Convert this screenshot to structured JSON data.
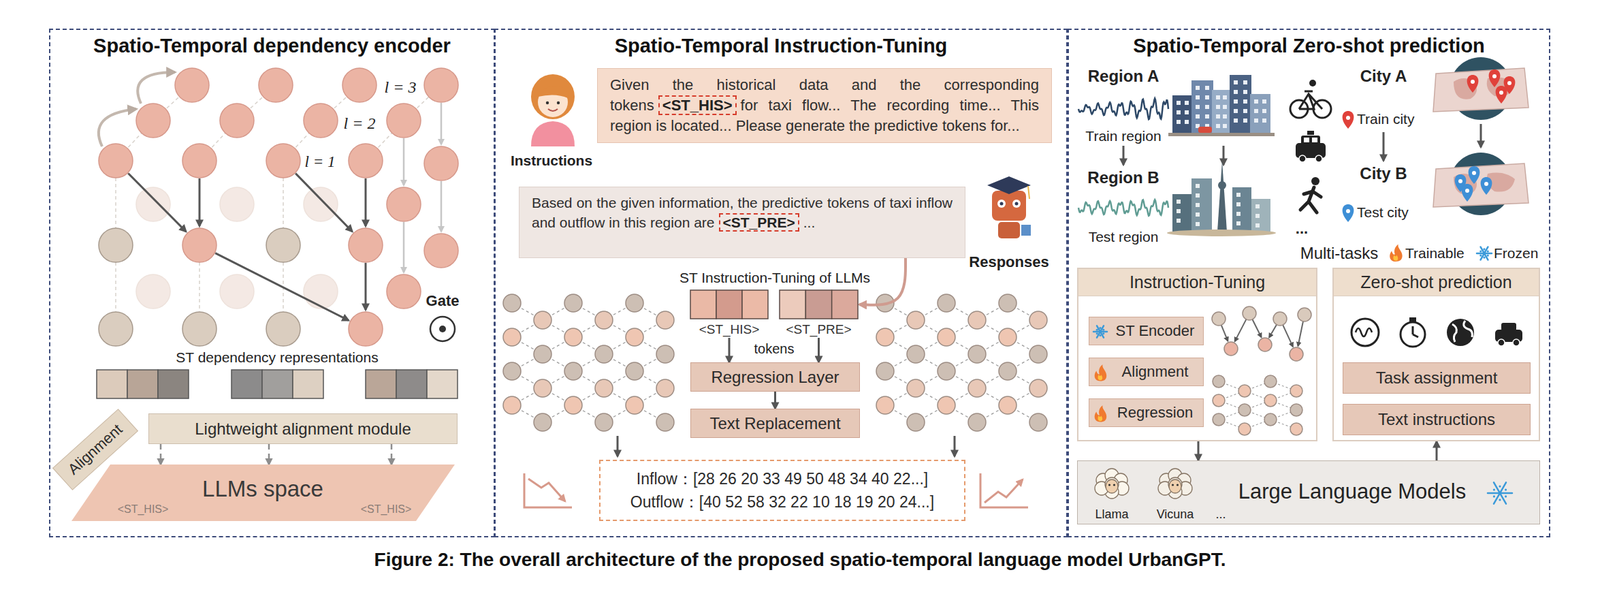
{
  "diagram": {
    "caption": "Figure 2: The overall architecture of the proposed spatio-temporal language model UrbanGPT.",
    "nodes": [
      {
        "text": [
          "Spatio-Temporal dependency encoder"
        ]
      },
      {
        "text": [
          "Lightweight alignment module"
        ],
        "in": 0
      },
      {
        "text": [
          "Alignment"
        ],
        "in": 0
      },
      {
        "text": [
          "LLMs space",
          "<ST_HIS>",
          "<ST_HIS>"
        ],
        "in": 0
      },
      {
        "text": [
          "Spatio-Temporal Instruction-Tuning"
        ]
      },
      {
        "text": [
          "Given the historical data and the corresponding tokens",
          "<ST_HIS>",
          "for taxi flow... The recording time... This region is located... Please generate the predictive tokens for..."
        ],
        "in": 4
      },
      {
        "text": [
          "Based on the given information, the predictive tokens of taxi inflow and outflow in this region are",
          "<ST_PRE>",
          "..."
        ],
        "in": 4
      },
      {
        "text": [
          "<ST_HIS>"
        ],
        "in": 4
      },
      {
        "text": [
          "<ST_PRE>"
        ],
        "in": 4
      },
      {
        "text": [
          "Regression Layer"
        ],
        "in": 4
      },
      {
        "text": [
          "Text Replacement"
        ],
        "in": 4
      },
      {
        "text": [
          "Inflow：[28 26 20 33 49 50 48 34 40 22...]",
          "Outflow：[40 52 58 32 22 10 18 19 20 24...]"
        ],
        "in": 4
      },
      {
        "text": [
          "Spatio-Temporal Zero-shot prediction"
        ]
      },
      {
        "text": [
          "Instruction-Tuning"
        ],
        "in": 12
      },
      {
        "text": [
          "ST Encoder"
        ],
        "in": 13
      },
      {
        "text": [
          "Alignment"
        ],
        "in": 13
      },
      {
        "text": [
          "Regression"
        ],
        "in": 13
      },
      {
        "text": [
          "Zero-shot prediction"
        ],
        "in": 12
      },
      {
        "text": [
          "Task assignment"
        ],
        "in": 17
      },
      {
        "text": [
          "Text instructions"
        ],
        "in": 17
      },
      {
        "text": [
          "Llama",
          "Vicuna",
          "...",
          "Large Language Models"
        ],
        "in": 12
      }
    ],
    "edges": [
      {
        "from": 1,
        "to": 3,
        "arrow": "to"
      },
      {
        "from": 1,
        "to": 3,
        "arrow": "to"
      },
      {
        "from": 1,
        "to": 3,
        "arrow": "to"
      },
      {
        "from": 6,
        "to": 8,
        "arrow": "to"
      },
      {
        "from": 7,
        "to": 9,
        "arrow": "to"
      },
      {
        "from": 8,
        "to": 9,
        "arrow": "to"
      },
      {
        "from": 9,
        "to": 10,
        "arrow": "to"
      },
      {
        "from": 13,
        "to": 20,
        "arrow": "to"
      },
      {
        "from": 20,
        "to": 17,
        "arrow": "to"
      }
    ],
    "labels": [
      "l = 3",
      "l = 2",
      "l = 1",
      "Gate",
      "ST dependency representations",
      "Instructions",
      "Responses",
      "ST Instruction-Tuning of LLMs",
      "tokens",
      "Region A",
      "Train region",
      "Region B",
      "Test region",
      "City A",
      "Train city",
      "City B",
      "Test city",
      "...",
      "Multi-tasks"
    ],
    "legend": [
      {
        "text": "Trainable"
      },
      {
        "text": "Frozen"
      }
    ]
  }
}
